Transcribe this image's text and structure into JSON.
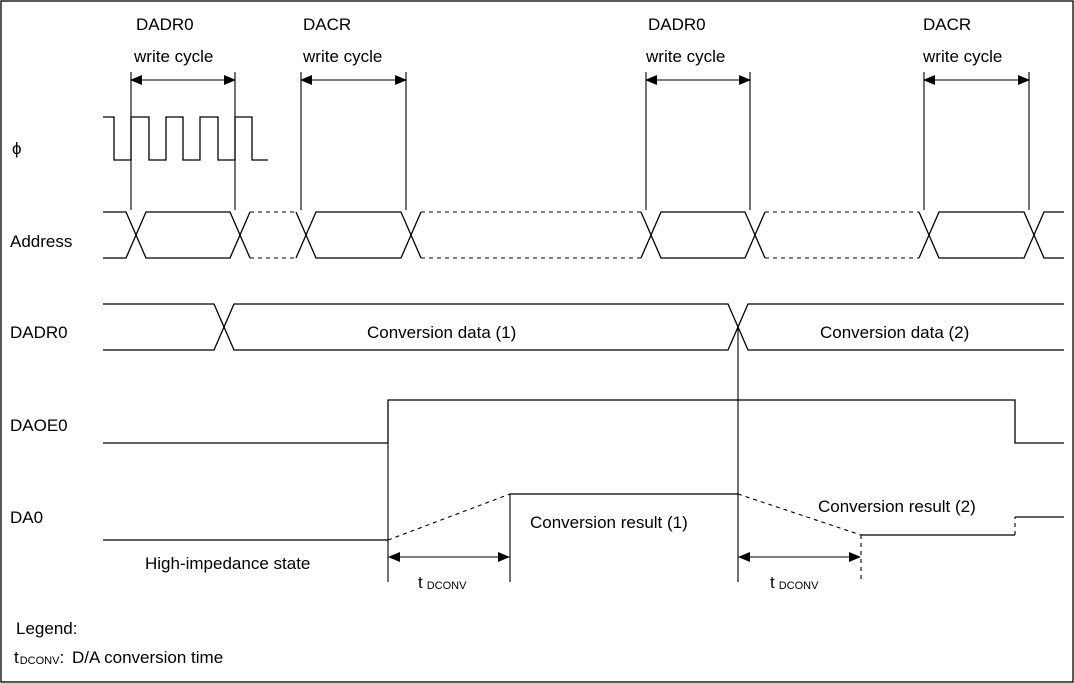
{
  "signals": {
    "phi": "ϕ",
    "address": "Address",
    "dadr0": "DADR0",
    "daoe0": "DAOE0",
    "da0": "DA0"
  },
  "cycles": [
    {
      "line1": "DADR0",
      "line2": "write cycle"
    },
    {
      "line1": "DACR",
      "line2": "write cycle"
    },
    {
      "line1": "DADR0",
      "line2": "write cycle"
    },
    {
      "line1": "DACR",
      "line2": "write cycle"
    }
  ],
  "data_labels": {
    "conversion_data_1": "Conversion data (1)",
    "conversion_data_2": "Conversion data (2)",
    "conversion_result_1": "Conversion result (1)",
    "conversion_result_2": "Conversion result (2)",
    "high_impedance": "High-impedance state"
  },
  "timing": {
    "t_main": "t",
    "t_sub": "DCONV"
  },
  "legend": {
    "title": "Legend:",
    "symbol_main": "t",
    "symbol_sub": "DCONV",
    "symbol_colon": ":",
    "description": "D/A conversion time"
  }
}
